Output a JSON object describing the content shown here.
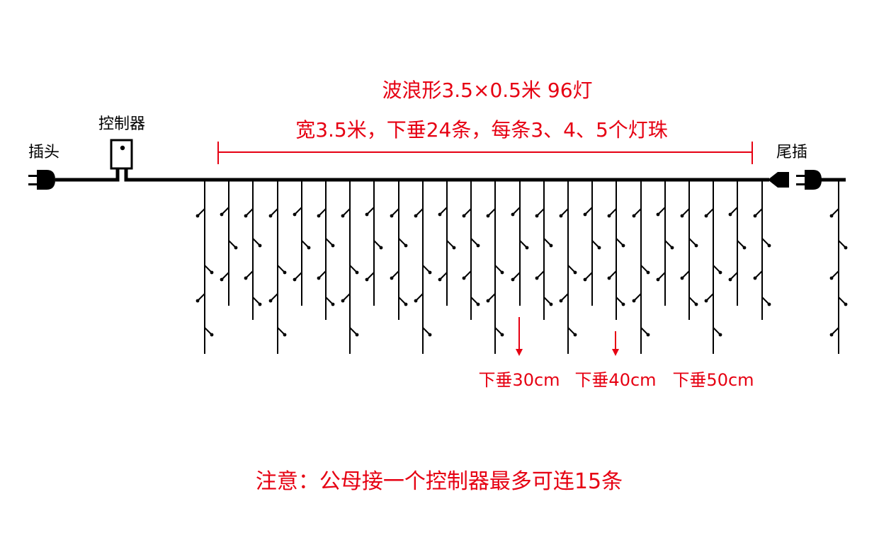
{
  "title_line1": "波浪形3.5×0.5米  96灯",
  "title_line2": "宽3.5米，下垂24条，每条3、4、5个灯珠",
  "labels": {
    "plug": "插头",
    "controller": "控制器",
    "tail_plug": "尾插"
  },
  "drops": {
    "short": "下垂30cm",
    "medium": "下垂40cm",
    "long": "下垂50cm"
  },
  "note": "注意：公母接一个控制器最多可连15条",
  "colors": {
    "accent": "#e60012",
    "line": "#000000"
  },
  "icons": [
    "plug-icon",
    "controller-box-icon",
    "female-socket-icon",
    "tail-plug-icon",
    "arrow-down-icon"
  ]
}
